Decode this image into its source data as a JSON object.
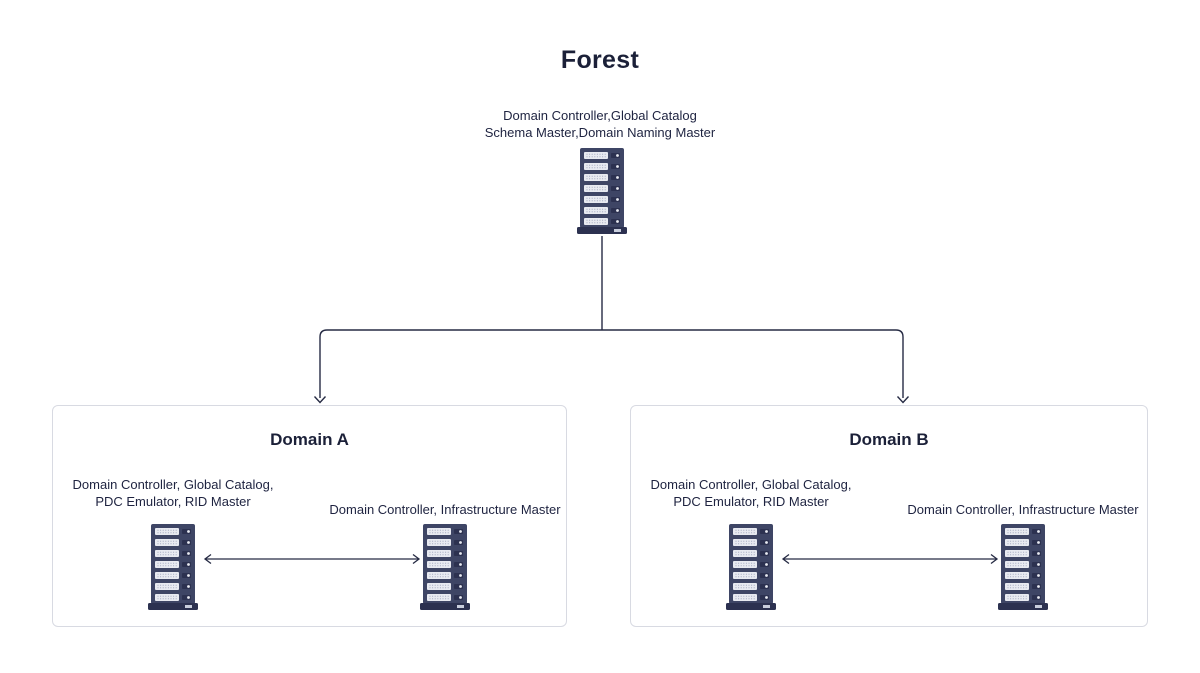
{
  "diagram": {
    "title": "Forest",
    "root_server": {
      "label_line1": "Domain Controller,Global Catalog",
      "label_line2": "Schema Master,Domain Naming Master"
    },
    "domains": [
      {
        "title": "Domain A",
        "left_server_label_line1": "Domain Controller, Global Catalog,",
        "left_server_label_line2": "PDC Emulator, RID Master",
        "right_server_label": "Domain Controller, Infrastructure Master"
      },
      {
        "title": "Domain B",
        "left_server_label_line1": "Domain Controller, Global Catalog,",
        "left_server_label_line2": "PDC Emulator, RID Master",
        "right_server_label": "Domain Controller, Infrastructure Master"
      }
    ],
    "colors": {
      "text": "#1e2340",
      "server_body": "#3e4565",
      "line": "#262b44",
      "box_border": "#d8dae2"
    }
  }
}
